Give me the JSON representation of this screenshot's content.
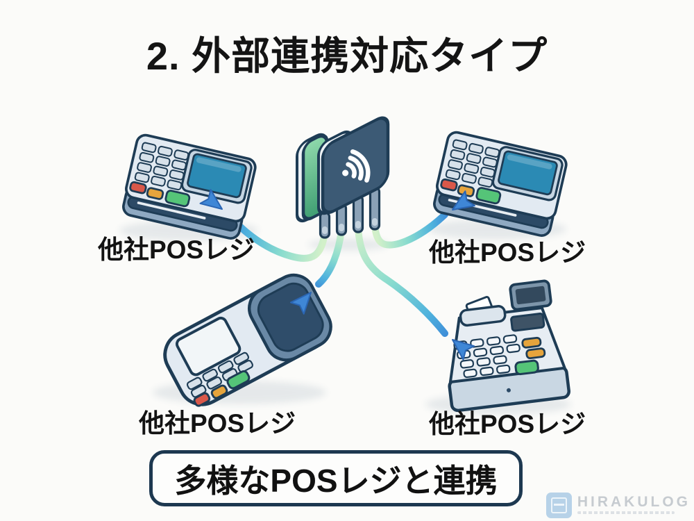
{
  "title": {
    "text": "2. 外部連携対応タイプ"
  },
  "diagram": {
    "nodes": [
      {
        "id": "pos-top-left",
        "label": "他社POSレジ",
        "device": "card-payment-terminal"
      },
      {
        "id": "pos-top-right",
        "label": "他社POSレジ",
        "device": "card-payment-terminal"
      },
      {
        "id": "pos-bottom-left",
        "label": "他社POSレジ",
        "device": "handheld-payment-terminal"
      },
      {
        "id": "pos-bottom-right",
        "label": "他社POSレジ",
        "device": "cash-register"
      },
      {
        "id": "center",
        "label": "",
        "device": "nfc-multi-connect-reader"
      }
    ],
    "edges": [
      {
        "from": "center",
        "to": "pos-top-left"
      },
      {
        "from": "center",
        "to": "pos-top-right"
      },
      {
        "from": "center",
        "to": "pos-bottom-left"
      },
      {
        "from": "center",
        "to": "pos-bottom-right"
      }
    ]
  },
  "banner": {
    "text": "多様なPOSレジと連携"
  },
  "watermark": {
    "brand": "HIRAKULOG"
  },
  "palette": {
    "background": "#fbfbf9",
    "outline_navy": "#1e3c55",
    "arrow_blue": "#3f87d6",
    "ribbon_start_green": "#d2f0c9",
    "ribbon_mid_teal": "#8adcce",
    "card_front_slate": "#3c5a75",
    "card_back_green": "#5dbd8c",
    "screen_blue": "#2b8ab4",
    "key_red": "#d9584a",
    "key_orange": "#e6a43c",
    "key_green": "#55c478",
    "banner_border": "#1d3850",
    "watermark_gray": "#c6cbd0",
    "watermark_icon_blue": "#b7d2e8"
  }
}
